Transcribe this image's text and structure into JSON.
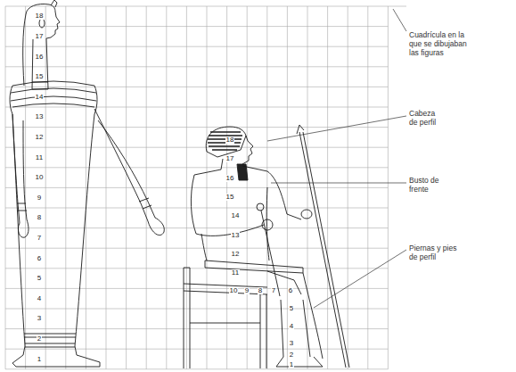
{
  "diagram": {
    "labels": [
      "18",
      "17",
      "16",
      "15",
      "14",
      "13",
      "12",
      "11",
      "10",
      "9",
      "8",
      "7",
      "6",
      "5",
      "4",
      "3",
      "2",
      "1",
      "18",
      "17",
      "16",
      "15",
      "14",
      "13",
      "12",
      "11",
      "10",
      "9",
      "8",
      "7",
      "6",
      "5",
      "4",
      "3",
      "2",
      "1",
      "Cuadrícula en la que se dibujaban las figuras",
      "Cabeza de perfil",
      "Busto de frente",
      "Piernas y pies de perfil"
    ]
  }
}
